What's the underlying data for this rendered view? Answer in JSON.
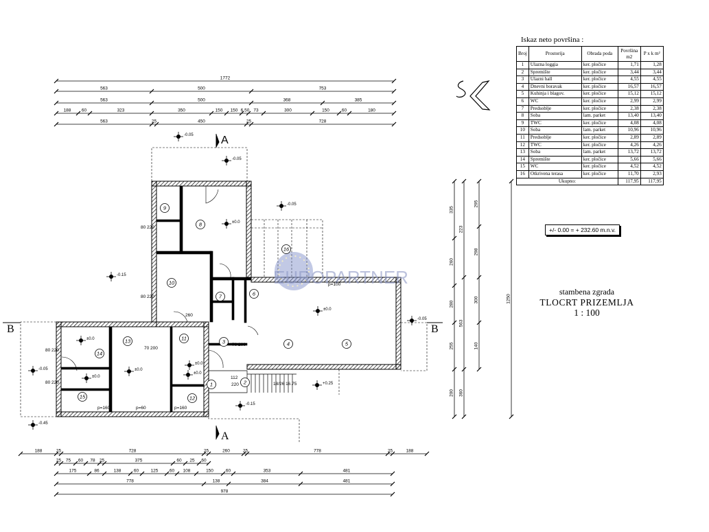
{
  "table": {
    "heading": "Iskaz neto površina :",
    "headers": {
      "no": "Broj",
      "room": "Prostorija",
      "floor": "Obrada poda",
      "area": "Površina m2",
      "pk": "P x k m²"
    },
    "rows": [
      {
        "no": "1",
        "room": "Ulazna loggia",
        "floor": "ker. pločice",
        "area": "1,71",
        "pk": "1,28"
      },
      {
        "no": "2",
        "room": "Spremište",
        "floor": "ker. pločice",
        "area": "3,44",
        "pk": "3,44"
      },
      {
        "no": "3",
        "room": "Ulazni hall",
        "floor": "ker. pločice",
        "area": "4,55",
        "pk": "4,55"
      },
      {
        "no": "4",
        "room": "Dnevni boravak",
        "floor": "ker. pločice",
        "area": "16,57",
        "pk": "16,57"
      },
      {
        "no": "5",
        "room": "Kuhinja i blagov.",
        "floor": "ker. pločice",
        "area": "15,12",
        "pk": "15,12"
      },
      {
        "no": "6",
        "room": "WC",
        "floor": "ker. pločice",
        "area": "2,99",
        "pk": "2,99"
      },
      {
        "no": "7",
        "room": "Predsoblje",
        "floor": "ker. pločice",
        "area": "2,38",
        "pk": "2,38"
      },
      {
        "no": "8",
        "room": "Soba",
        "floor": "lam. parket",
        "area": "13,40",
        "pk": "13,40"
      },
      {
        "no": "9",
        "room": "TWC",
        "floor": "ker. pločice",
        "area": "4,08",
        "pk": "4,08"
      },
      {
        "no": "10",
        "room": "Soba",
        "floor": "lam. parket",
        "area": "10,96",
        "pk": "10,96"
      },
      {
        "no": "11",
        "room": "Predsoblje",
        "floor": "ker. pločice",
        "area": "2,89",
        "pk": "2,89"
      },
      {
        "no": "12",
        "room": "TWC",
        "floor": "ker. pločice",
        "area": "4,26",
        "pk": "4,26"
      },
      {
        "no": "13",
        "room": "Soba",
        "floor": "lam. parket",
        "area": "13,72",
        "pk": "13,72"
      },
      {
        "no": "14",
        "room": "Spremište",
        "floor": "ker. pločice",
        "area": "5,66",
        "pk": "5,66"
      },
      {
        "no": "15",
        "room": "WC",
        "floor": "ker. pločice",
        "area": "4,52",
        "pk": "4,52"
      },
      {
        "no": "16",
        "room": "Otkrivena terasa",
        "floor": "ker. pločice",
        "area": "11,70",
        "pk": "2,93"
      }
    ],
    "total_label": "Ukupno:",
    "total_area": "117,95",
    "total_pk": "117,95"
  },
  "level_note": "+/- 0.00 = + 232.60 m.n.v.",
  "title": {
    "line1": "stambena zgrada",
    "line2": "TLOCRT  PRIZEMLJA",
    "line3": "1 : 100"
  },
  "watermark": "EUROPARTNER",
  "section_marks": {
    "a": "A",
    "b": "B"
  },
  "room_numbers": [
    "1",
    "2",
    "3",
    "4",
    "5",
    "6",
    "7",
    "8",
    "9",
    "10",
    "11",
    "12",
    "13",
    "14",
    "15",
    "16"
  ],
  "dimensions": {
    "top": {
      "row1": [
        "1772"
      ],
      "row2": [
        "563",
        "500",
        "753"
      ],
      "row3": [
        "563",
        "500",
        "368",
        "385"
      ],
      "row4": [
        "188",
        "60",
        "323",
        "350",
        "150",
        "150",
        "6.50",
        "73",
        "300",
        "150",
        "60",
        "180"
      ],
      "row5": [
        "563",
        "25",
        "450",
        "25",
        "728"
      ]
    },
    "bottom": {
      "row1": [
        "188",
        "25",
        "728",
        "25",
        "260",
        "25",
        "778",
        "25",
        "188"
      ],
      "row2": [
        "25",
        "75",
        "60",
        "78",
        "25",
        "375",
        "60",
        "25",
        "60"
      ],
      "row3": [
        "175",
        "86",
        "138",
        "60",
        "125",
        "60",
        "108",
        "150",
        "60",
        "353",
        "481"
      ],
      "row4": [
        "778",
        "138",
        "384",
        "481"
      ],
      "row5": [
        "978"
      ]
    },
    "right": {
      "col1": [
        "335",
        "260",
        "280",
        "255",
        "200"
      ],
      "col2": [
        "1250"
      ],
      "col3": [
        "223",
        "563",
        "360"
      ],
      "col4": [
        "295",
        "298",
        "300",
        "140"
      ]
    }
  },
  "levels": {
    "plus_0": "±0.0",
    "minus_005": "-0.05",
    "minus_015": "-0.15",
    "plus_025": "+0.25",
    "minus_045": "-0.45"
  },
  "labels": {
    "stair": "18/26 16.75",
    "door_80_220": "80 220",
    "door_70_200": "70 200",
    "door_100": "100",
    "win_150": "150",
    "win_80": "80",
    "win_60": "60",
    "p100": "p=100",
    "p60": "p=60",
    "p160": "p=160",
    "d112": "112",
    "d220": "220",
    "d260": "260"
  }
}
